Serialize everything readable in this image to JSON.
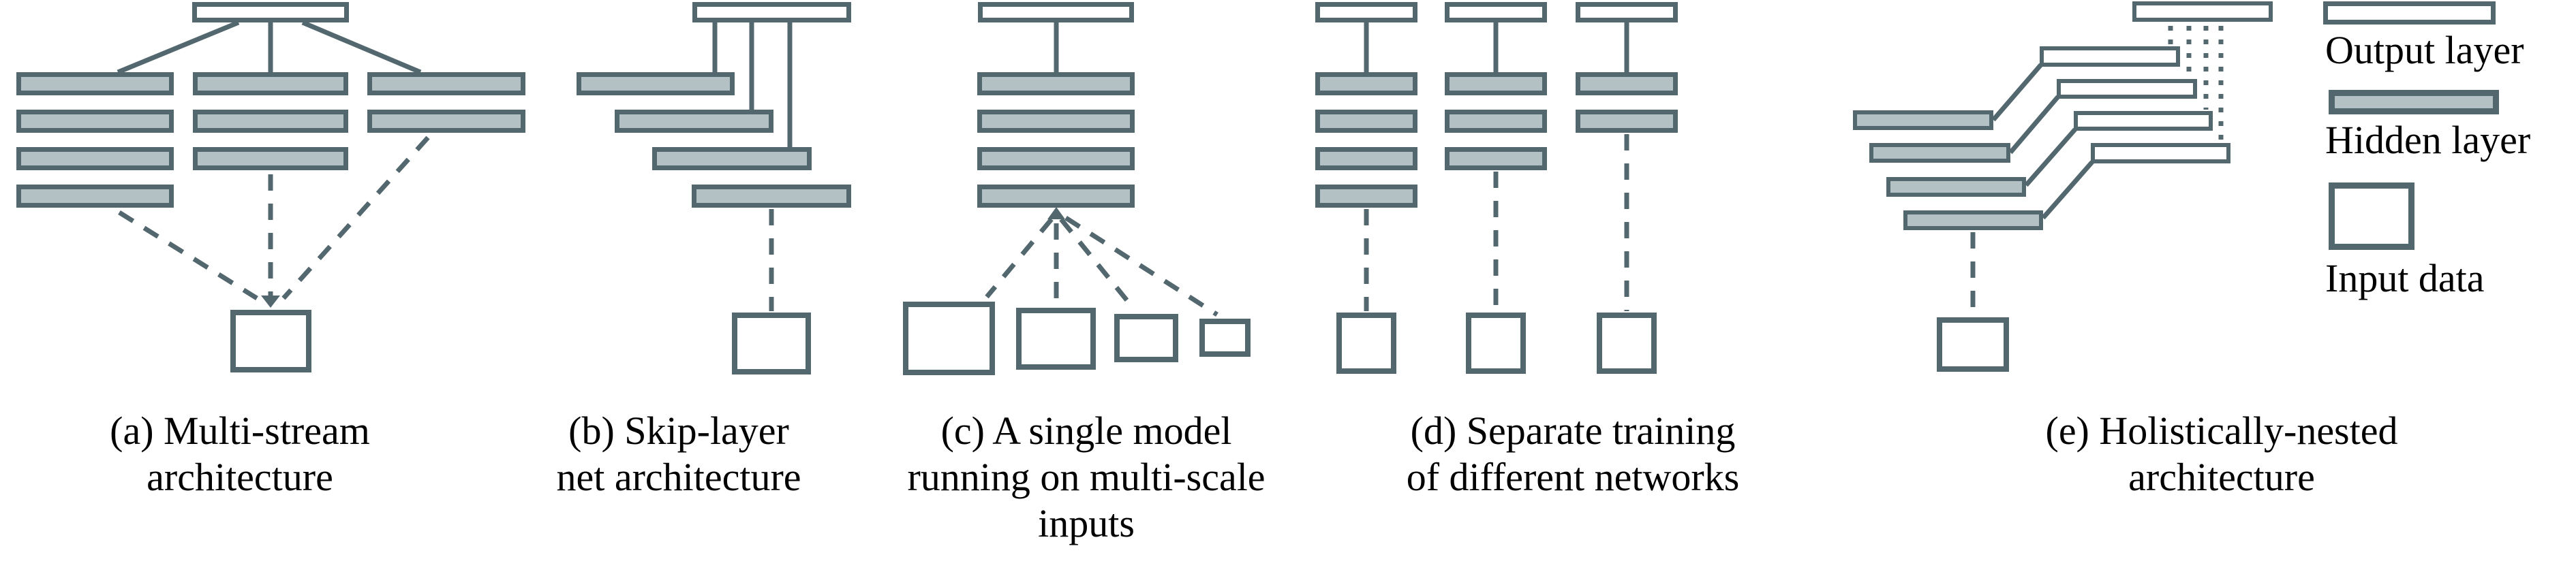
{
  "figure": {
    "panels": [
      {
        "id": "a",
        "caption_lines": [
          "(a) Multi-stream",
          "architecture"
        ]
      },
      {
        "id": "b",
        "caption_lines": [
          "(b) Skip-layer",
          "net architecture"
        ]
      },
      {
        "id": "c",
        "caption_lines": [
          "(c) A single model",
          "running on multi-scale",
          "inputs"
        ]
      },
      {
        "id": "d",
        "caption_lines": [
          "(d) Separate training",
          "of different networks"
        ]
      },
      {
        "id": "e",
        "caption_lines": [
          "(e) Holistically-nested",
          "architecture"
        ]
      }
    ],
    "legend": {
      "items": [
        {
          "swatch": "output-layer",
          "label": "Output layer"
        },
        {
          "swatch": "hidden-layer",
          "label": "Hidden layer"
        },
        {
          "swatch": "input-data",
          "label": "Input data"
        }
      ]
    },
    "colors": {
      "outline": "#53676f",
      "hidden_fill": "#b3c1c5",
      "background": "#ffffff",
      "text": "#000000"
    }
  }
}
